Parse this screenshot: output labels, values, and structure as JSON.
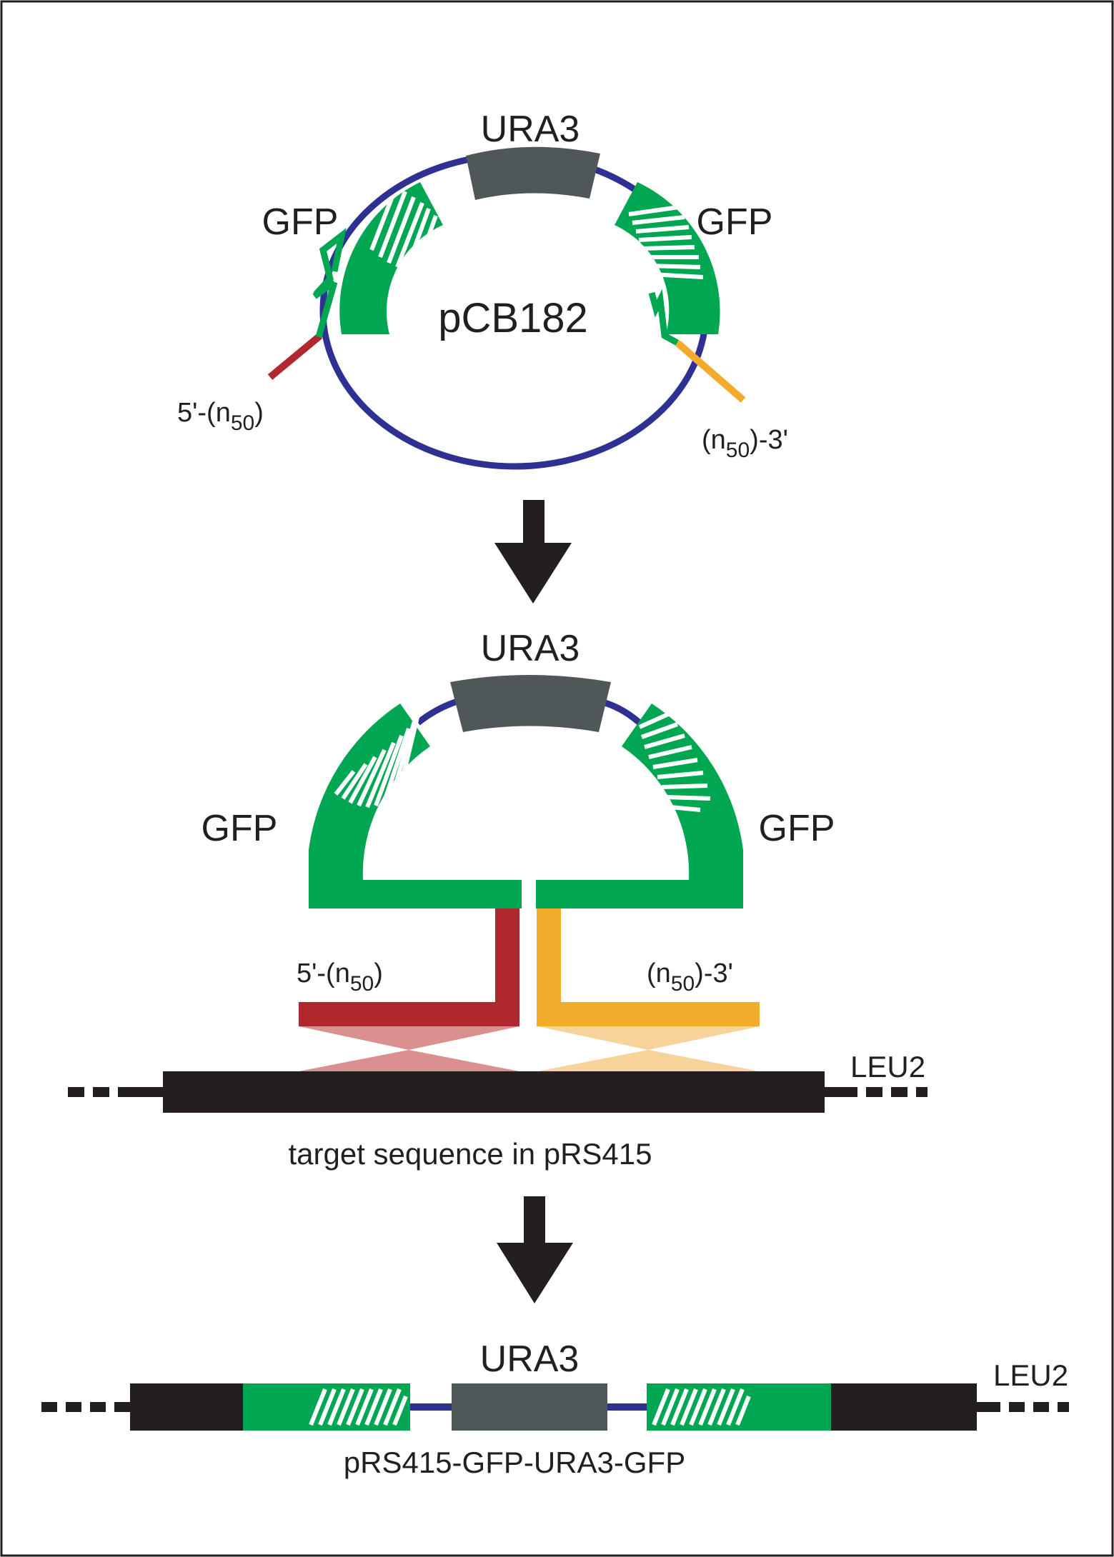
{
  "colors": {
    "frame": "#231f20",
    "backbone": "#2e3192",
    "gfp": "#00a651",
    "ura3": "#505759",
    "red_arm": "#b0272d",
    "orange_arm": "#f2ab2b",
    "red_light": "#d9908f",
    "orange_light": "#f7d29b",
    "target": "#231f20"
  },
  "step1": {
    "ura3_label": "URA3",
    "gfp_left_label": "GFP",
    "gfp_right_label": "GFP",
    "plasmid_label": "pCB182",
    "left_arm": {
      "prefix": "5'-(n",
      "sub": "50",
      "suffix": ")"
    },
    "right_arm": {
      "prefix": "(n",
      "sub": "50",
      "suffix": ")-3'"
    }
  },
  "step2": {
    "ura3_label": "URA3",
    "gfp_left_label": "GFP",
    "gfp_right_label": "GFP",
    "left_arm": {
      "prefix": "5'-(n",
      "sub": "50",
      "suffix": ")"
    },
    "right_arm": {
      "prefix": "(n",
      "sub": "50",
      "suffix": ")-3'"
    },
    "marker_label": "LEU2",
    "target_label": "target sequence in pRS415"
  },
  "step3": {
    "ura3_label": "URA3",
    "marker_label": "LEU2",
    "product_label": "pRS415-GFP-URA3-GFP"
  },
  "icons": [
    "down-arrow-icon",
    "down-arrow-icon"
  ]
}
